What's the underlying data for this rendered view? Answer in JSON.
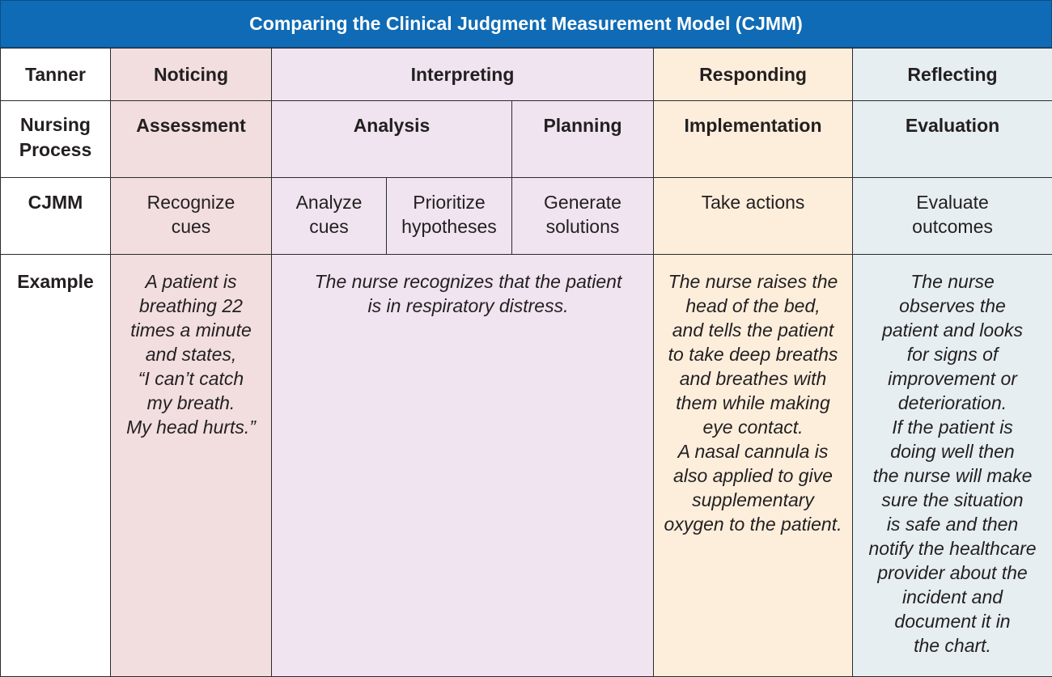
{
  "title": "Comparing the Clinical Judgment Measurement Model (CJMM)",
  "row_headers": {
    "tanner": "Tanner",
    "nursing_line1": "Nursing",
    "nursing_line2": "Process",
    "cjmm": "CJMM",
    "example": "Example"
  },
  "tanner": {
    "noticing": "Noticing",
    "interpreting": "Interpreting",
    "responding": "Responding",
    "reflecting": "Reflecting"
  },
  "nursing_process": {
    "assessment": "Assessment",
    "analysis": "Analysis",
    "planning": "Planning",
    "implementation": "Implementation",
    "evaluation": "Evaluation"
  },
  "cjmm": {
    "recognize": [
      "Recognize",
      "cues"
    ],
    "analyze": [
      "Analyze",
      "cues"
    ],
    "prioritize": [
      "Prioritize",
      "hypotheses"
    ],
    "generate": [
      "Generate",
      "solutions"
    ],
    "take_actions": [
      "Take actions"
    ],
    "evaluate": [
      "Evaluate",
      "outcomes"
    ]
  },
  "examples": {
    "noticing": [
      "A patient is",
      "breathing 22",
      "times a minute",
      "and states,",
      "“I can’t catch",
      "my breath.",
      "My head hurts.”"
    ],
    "interpreting": [
      "The nurse recognizes that the patient",
      "is in respiratory distress."
    ],
    "responding": [
      "The nurse raises the",
      "head of the bed,",
      "and tells the patient",
      "to take deep breaths",
      "and breathes with",
      "them while making",
      "eye contact.",
      "A nasal cannula is",
      "also applied to give",
      "supplementary",
      "oxygen to the patient."
    ],
    "reflecting": [
      "The nurse",
      "observes the",
      "patient and looks",
      "for signs of",
      "improvement or",
      "deterioration.",
      "If the patient is",
      "doing well then",
      "the nurse will make",
      "sure the situation",
      "is safe and then",
      "notify the healthcare",
      "provider about the",
      "incident and",
      "document it in",
      "the chart."
    ]
  },
  "colors": {
    "title_bar": "#0f6bb5",
    "noticing": "#f2dedf",
    "interpreting": "#efe4f0",
    "responding": "#fdeedc",
    "reflecting": "#e6eef1"
  }
}
